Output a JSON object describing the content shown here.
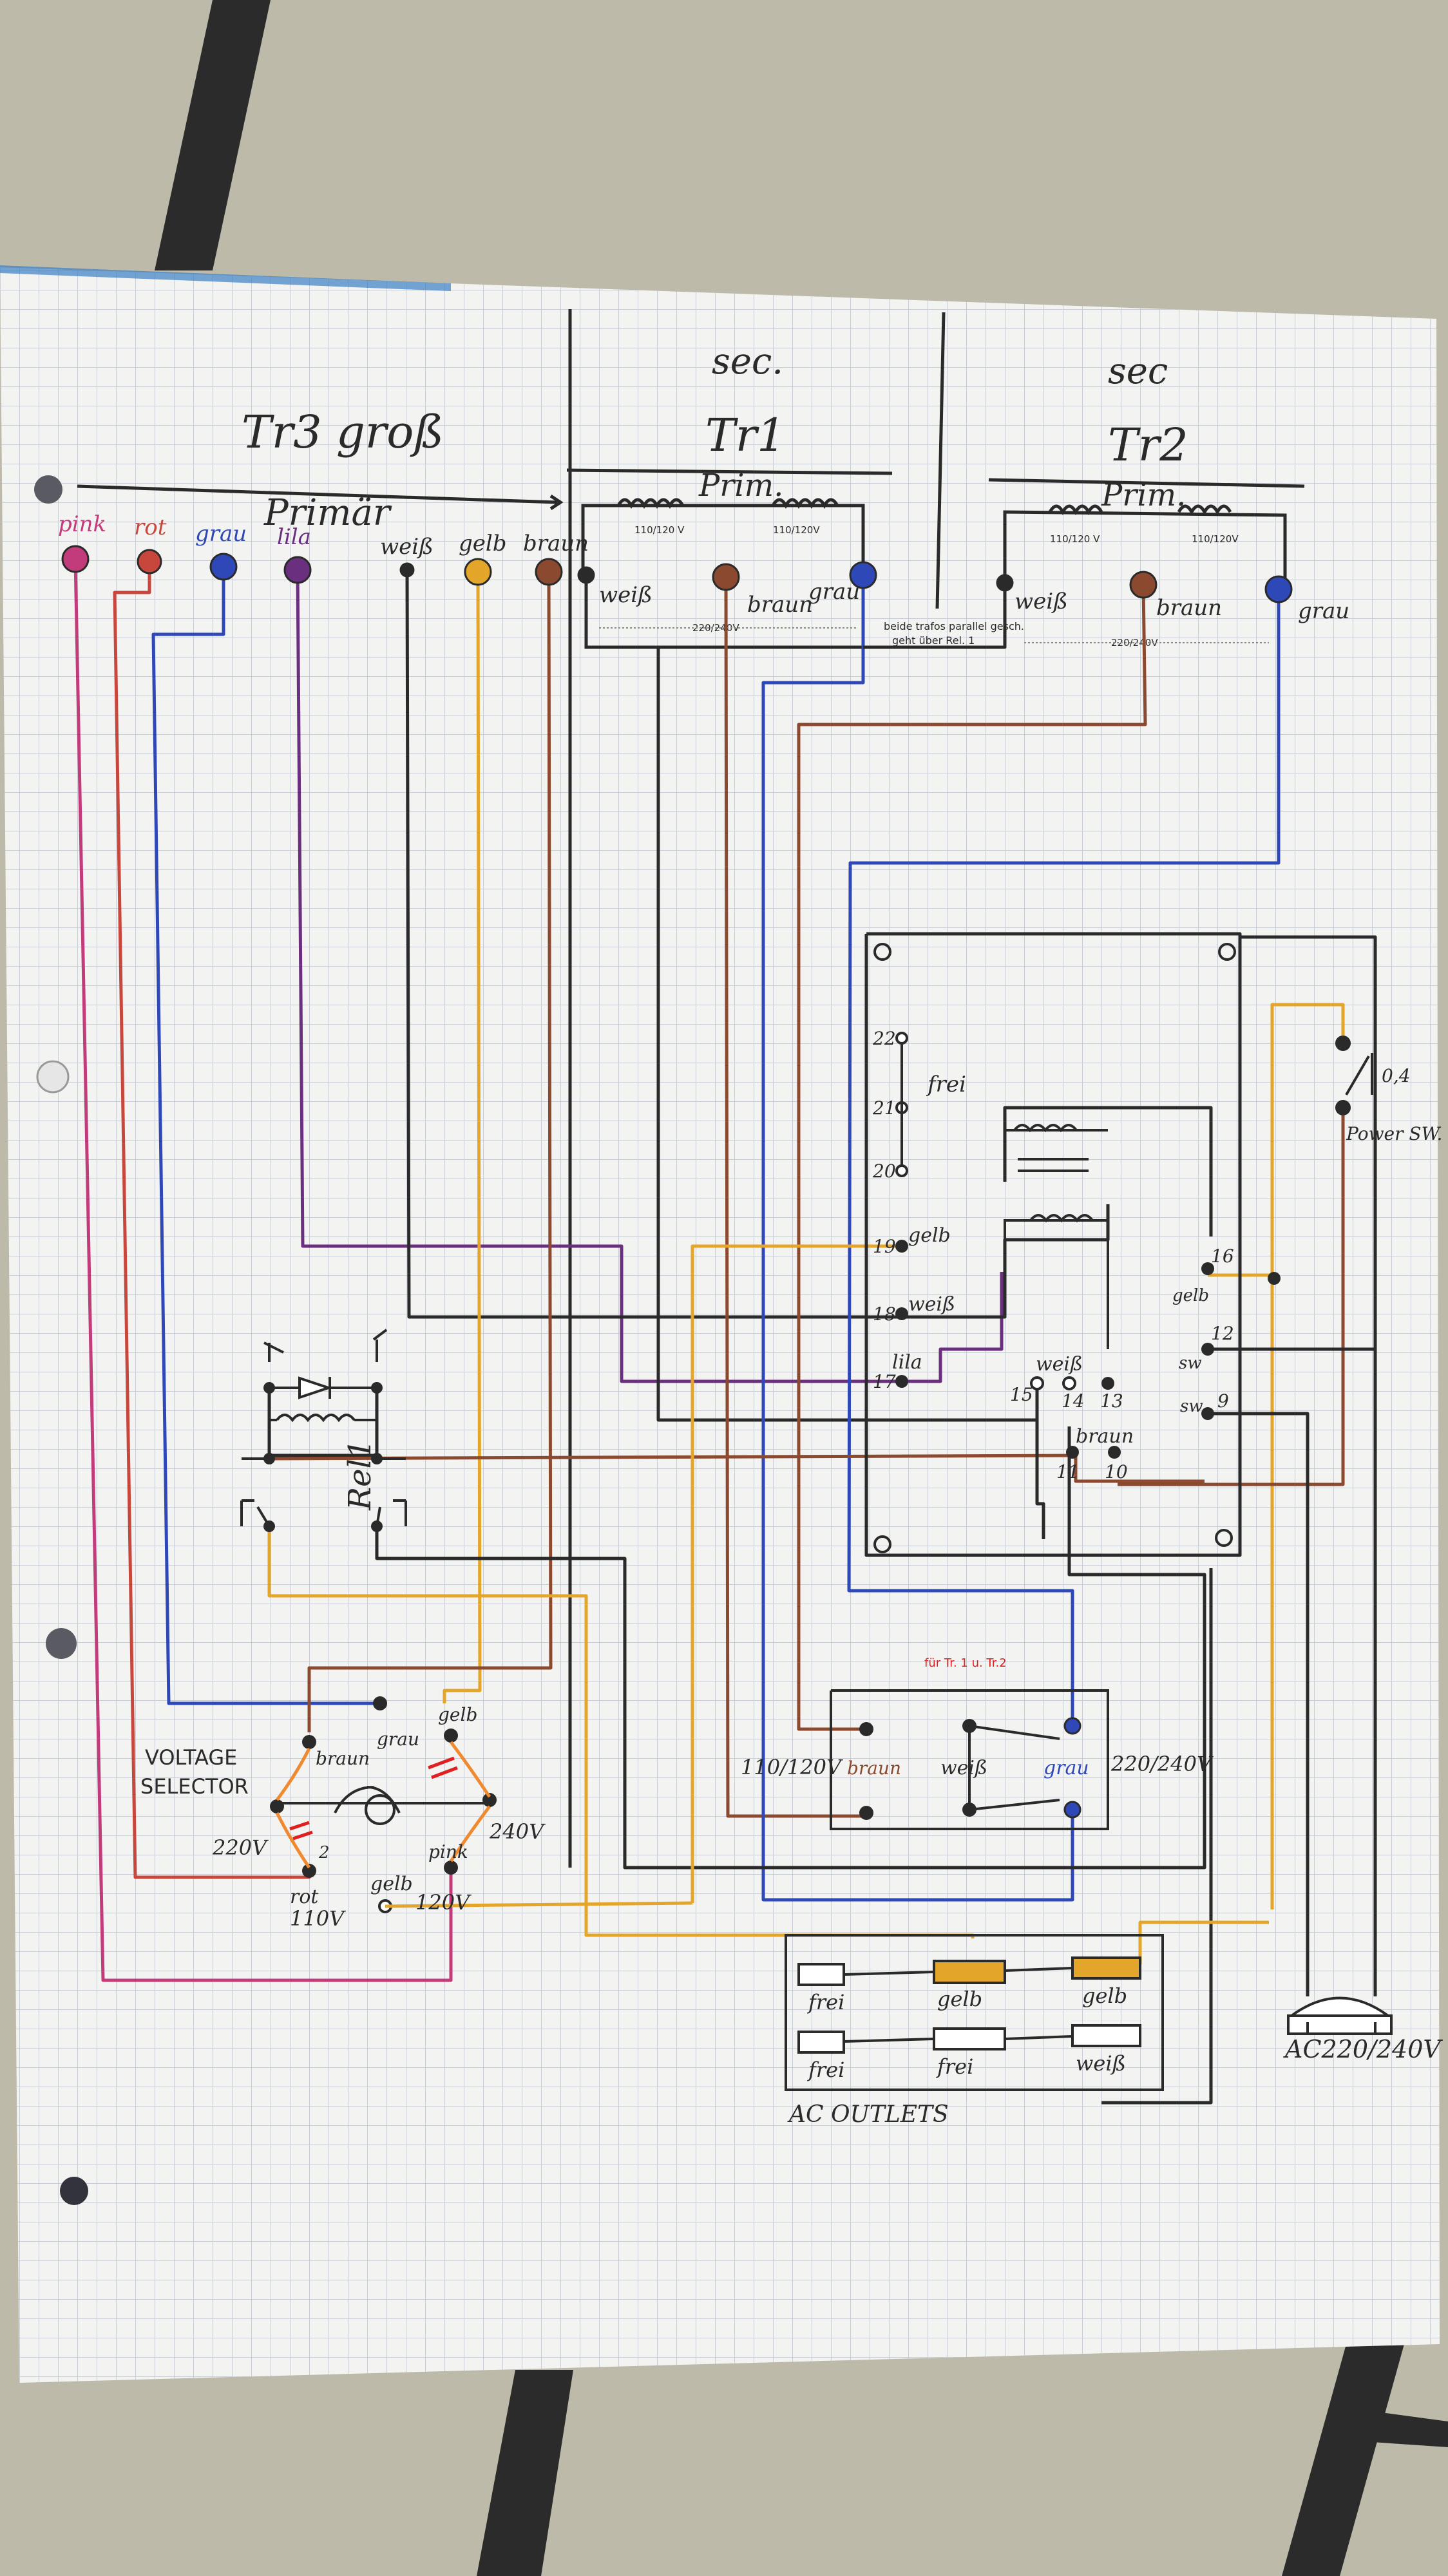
{
  "colors": {
    "floor": "#b9b6a6",
    "floor_dark": "#2b2b2b",
    "paper": "#f3f3f1",
    "grid": "#c9cdd4",
    "ink": "#2a2a2a",
    "pink": "#c23b7a",
    "rot": "#c8473d",
    "blau": "#2f48b8",
    "lila": "#6b2f7f",
    "gelb": "#e3a62b",
    "braun": "#8b4a2f",
    "orange": "#f08a30",
    "red_annot": "#e02020"
  },
  "transformers": {
    "tr3_title": "Tr3 groß",
    "tr3_primary": "Primär",
    "tr1_title": "Tr1",
    "tr1_sec": "sec.",
    "tr1_prim": "Prim.",
    "tr2_title": "Tr2",
    "tr2_sec": "sec",
    "tr2_prim": "Prim.",
    "half_winding_a": "110/120 V",
    "half_winding_b": "110/120V",
    "series_note": "220/240V",
    "parallel_note_line1": "beide trafos parallel gesch.",
    "parallel_note_line2": "geht über Rel. 1"
  },
  "tr3_terminals": [
    "pink",
    "rot",
    "grau",
    "lila",
    "weiß",
    "gelb",
    "braun"
  ],
  "tr1_terminals": [
    "weiß",
    "braun",
    "grau"
  ],
  "tr2_terminals": [
    "weiß",
    "braun",
    "grau"
  ],
  "relay_block": {
    "pins": [
      "22",
      "21",
      "20",
      "19",
      "18",
      "17",
      "16",
      "15",
      "14",
      "13",
      "12",
      "11",
      "10",
      "9"
    ],
    "frei": "frei",
    "pin_labels": {
      "p19": "gelb",
      "p18": "weiß",
      "p17": "lila",
      "p16": "gelb",
      "p15_14": "weiß",
      "p12": "sw",
      "p9": "sw",
      "p11_10": "braun"
    }
  },
  "power_switch": {
    "fuse": "0,4",
    "label": "Power SW."
  },
  "rel1_label": "Rel1",
  "voltage_selector": {
    "title_line1": "VOLTAGE",
    "title_line2": "SELECTOR",
    "braun": "braun",
    "grau": "grau",
    "gelb_top": "gelb",
    "v220": "220V",
    "v240": "240V",
    "num2": "2",
    "rot": "rot",
    "v110": "110V",
    "gelb_bottom": "gelb",
    "v120": "120V",
    "pink": "pink"
  },
  "tr_switch": {
    "annotation": "für Tr. 1 u. Tr.2",
    "left_label": "110/120V",
    "right_label": "220/240V",
    "braun": "braun",
    "weiss": "weiß",
    "grau": "grau"
  },
  "outlets": {
    "title": "AC OUTLETS",
    "labels": [
      "frei",
      "gelb",
      "gelb",
      "frei",
      "frei",
      "weiß"
    ]
  },
  "mains_plug": {
    "label": "AC220/240V"
  }
}
